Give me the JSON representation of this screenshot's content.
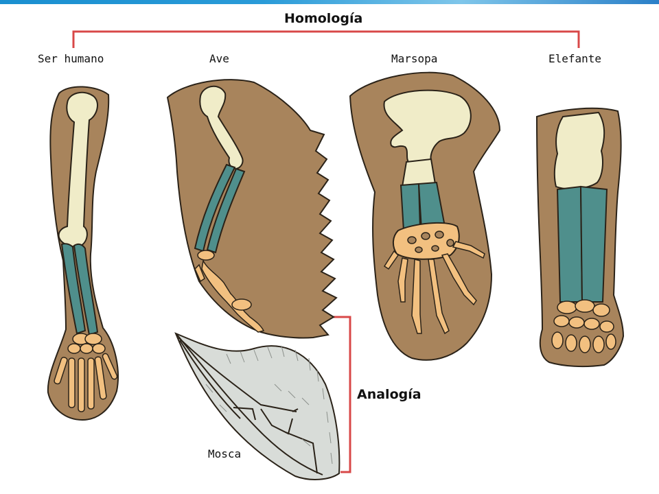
{
  "homology": {
    "title": "Homología",
    "species": {
      "human": "Ser humano",
      "bird": "Ave",
      "porpoise": "Marsopa",
      "elephant": "Elefante"
    }
  },
  "analogy": {
    "title": "Analogía",
    "insect": "Mosca"
  },
  "colors": {
    "skin": "#a8845c",
    "upper_bone": "#f0ecc8",
    "forearm_bone": "#4f8f8c",
    "hand_bone": "#f2c080",
    "bracket": "#d84848",
    "wing": "#d8dcd8"
  }
}
